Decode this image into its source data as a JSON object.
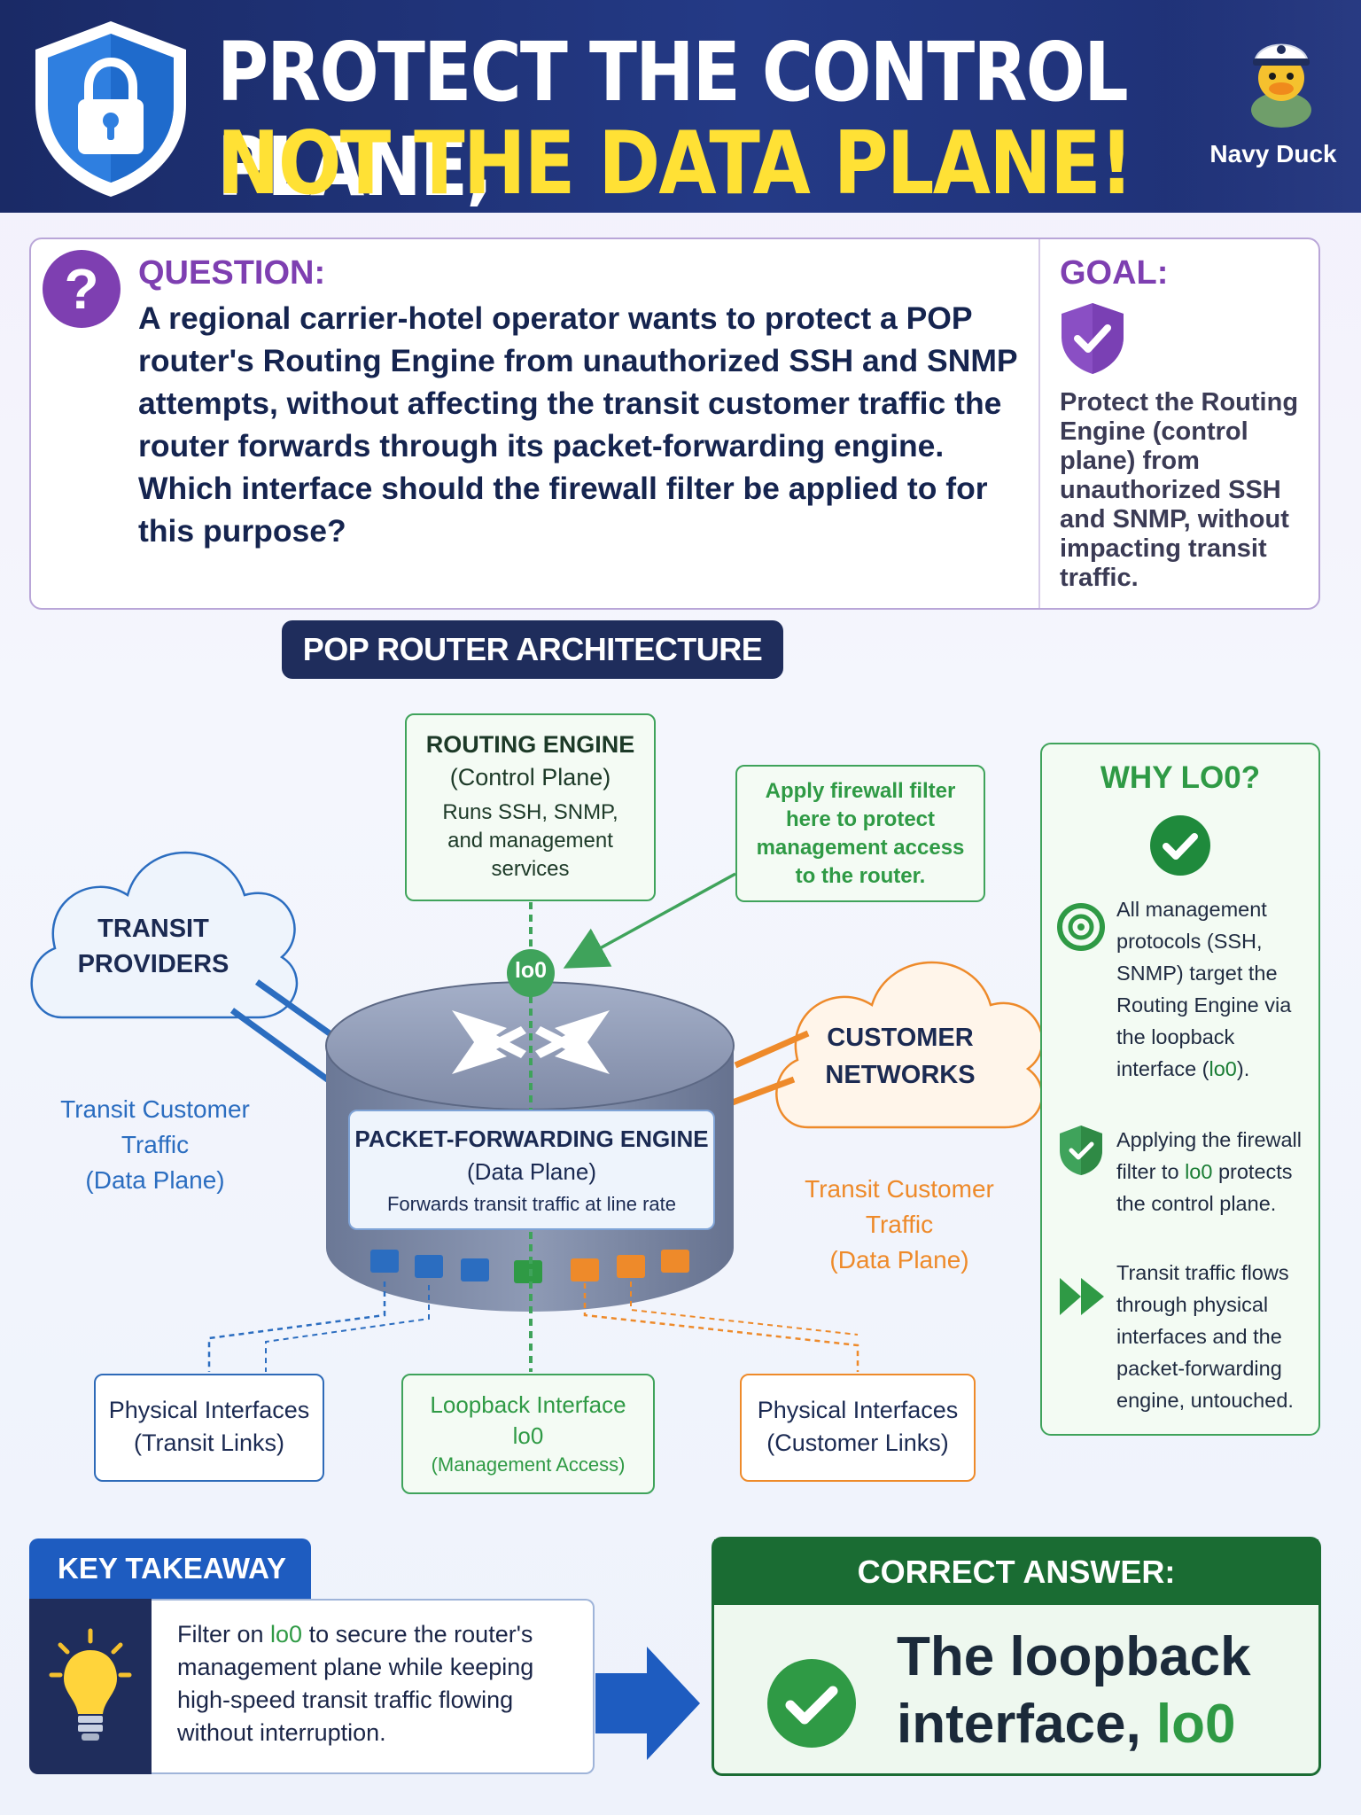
{
  "header": {
    "title_line1": "PROTECT THE CONTROL PLANE,",
    "title_line2": "NOT THE DATA PLANE!",
    "mascot_name": "Navy Duck"
  },
  "question": {
    "heading": "QUESTION:",
    "text": "A regional carrier-hotel operator wants to protect a POP router's Routing Engine from unauthorized SSH and SNMP attempts, without affecting the transit customer traffic the router forwards through its packet-forwarding engine. Which interface should the firewall filter be applied to for this purpose?"
  },
  "goal": {
    "heading": "GOAL:",
    "text": "Protect the Routing Engine (control plane) from unauthorized SSH and SNMP, without impacting transit traffic."
  },
  "diagram": {
    "banner": "POP ROUTER ARCHITECTURE",
    "routing_engine": {
      "title": "ROUTING ENGINE",
      "subtitle": "(Control Plane)",
      "desc": "Runs SSH, SNMP, and management services"
    },
    "filter_callout": "Apply firewall filter here to protect management access to the router.",
    "lo0_marker": "lo0",
    "transit_cloud_line1": "TRANSIT",
    "transit_cloud_line2": "PROVIDERS",
    "customer_cloud_line1": "CUSTOMER",
    "customer_cloud_line2": "NETWORKS",
    "transit_traffic_label": {
      "line1": "Transit Customer",
      "line2": "Traffic",
      "line3": "(Data Plane)"
    },
    "customer_traffic_label": {
      "line1": "Transit Customer",
      "line2": "Traffic",
      "line3": "(Data Plane)"
    },
    "pfe": {
      "title": "PACKET-FORWARDING ENGINE",
      "subtitle": "(Data Plane)",
      "desc": "Forwards transit traffic at line rate"
    },
    "iface_transit": {
      "line1": "Physical Interfaces",
      "line2": "(Transit Links)"
    },
    "iface_loopback": {
      "line1": "Loopback Interface",
      "line2": "lo0",
      "line3": "(Management Access)"
    },
    "iface_customer": {
      "line1": "Physical Interfaces",
      "line2": "(Customer Links)"
    },
    "colors": {
      "transit": "#2b6dc0",
      "customer": "#ee8a2a",
      "control": "#3fa35b"
    }
  },
  "why": {
    "heading": "WHY LO0?",
    "item1_pre": "All management protocols (SSH, SNMP) target the Routing Engine via the loopback interface (",
    "item1_hl": "lo0",
    "item1_post": ").",
    "item2_pre": "Applying the firewall filter to ",
    "item2_hl": "lo0",
    "item2_post": " protects the control plane.",
    "item3": "Transit traffic flows through physical interfaces and the packet-forwarding engine, untouched."
  },
  "takeaway": {
    "heading": "KEY TAKEAWAY",
    "text_pre": "Filter on ",
    "text_hl": "lo0",
    "text_post": " to secure the router's management plane while keeping high-speed transit traffic flowing without interruption."
  },
  "answer": {
    "heading": "CORRECT ANSWER:",
    "text_pre": "The loopback interface, ",
    "text_hl": "lo0"
  }
}
